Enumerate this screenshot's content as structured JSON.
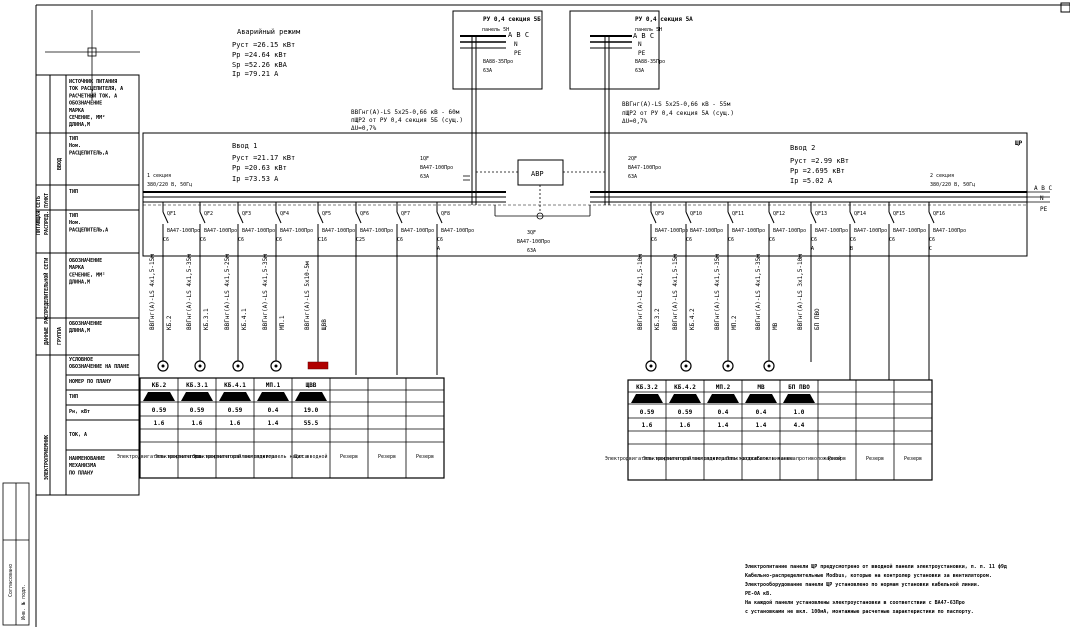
{
  "emergency": {
    "title": "Аварийный режим",
    "lines": [
      "Руст =26.15 кВт",
      "Рр =24.64 кВт",
      "Sр =52.26 кВА",
      "Iр =79.21 А"
    ]
  },
  "sources": [
    {
      "title": "РУ 0,4 секция 5Б",
      "sub": "панель 5Н",
      "breaker": "ВА88-35Про",
      "rating": "63А",
      "phases": "A B C",
      "n": "N",
      "pe": "PE"
    },
    {
      "title": "РУ 0,4 секция 5А",
      "sub": "панель 5Н",
      "breaker": "ВА88-35Про",
      "rating": "63А",
      "phases": "A B C",
      "n": "N",
      "pe": "PE"
    }
  ],
  "feed_cables": [
    {
      "cable": "ВВГнг(А)-LS 5х25-0,66 кВ - 60м",
      "route": "пЩР2 от РУ 0,4 секция 5Б (сущ.)",
      "drop": "ΔU=0,7%"
    },
    {
      "cable": "ВВГнг(А)-LS 5х25-0,66 кВ - 55м",
      "route": "пЩР2 от РУ 0,4 секция 5А (сущ.)",
      "drop": "ΔU=0,7%"
    }
  ],
  "inputs": [
    {
      "title": "Ввод 1",
      "lines": [
        "Руст =21.17 кВт",
        "Рр =20.63 кВт",
        "Iр =73.53 А"
      ]
    },
    {
      "title": "Ввод 2",
      "lines": [
        "Руст =2.99 кВт",
        "Рр =2.695 кВт",
        "Iр =5.02 А"
      ]
    }
  ],
  "sections": [
    {
      "title": "1 секция",
      "sub": "380/220 В, 50Гц"
    },
    {
      "title": "2 секция",
      "sub": "380/220 В, 50Гц"
    }
  ],
  "panel_tag": "ЩР",
  "avr_label": "АВР",
  "main_breakers": [
    {
      "tag": "1QF",
      "type": "ВА47-100Про",
      "rating": "63А"
    },
    {
      "tag": "2QF",
      "type": "ВА47-100Про",
      "rating": "63А"
    },
    {
      "tag": "3QF",
      "type": "ВА47-100Про",
      "rating": "63А"
    }
  ],
  "bus_phases": {
    "abc": "A B C",
    "n": "N",
    "pe": "PE"
  },
  "left_header": {
    "groups": [
      "ВВОД",
      "РАСПРЕД. ПУНКТ",
      "ПИТАЮЩАЯ СЕТЬ",
      "ГРУППА"
    ],
    "vertical": [
      "ЭЛЕКТРОПРИЕМНИК",
      "ДАННЫЕ РАСПРЕДЕЛИТЕЛЬНОЙ СЕТИ"
    ],
    "rows": [
      [
        "ИСТОЧНИК ПИТАНИЯ",
        "ТОК РАСЦЕПИТЕЛЯ, А",
        "РАСЧЕТНЫЙ ТОК, А",
        "ОБОЗНАЧЕНИЕ",
        "МАРКА",
        "СЕЧЕНИЕ, ММ²",
        "ДЛИНА,М"
      ],
      [
        "ТИП",
        "Ном.",
        "РАСЦЕПИТЕЛЬ,А"
      ],
      [
        "ТИП"
      ],
      [
        "ТИП",
        "Ном.",
        "РАСЦЕПИТЕЛЬ,А"
      ],
      [
        "ОБОЗНАЧЕНИЕ",
        "МАРКА",
        "СЕЧЕНИЕ, ММ²",
        "ДЛИНА,М"
      ],
      [
        "ОБОЗНАЧЕНИЕ",
        "ДЛИНА,М"
      ],
      [
        "УСЛОВНОЕ",
        "ОБОЗНАЧЕНИЕ НА ПЛАНЕ"
      ],
      [
        "НОМЕР ПО ПЛАНУ"
      ],
      [
        "ТИП"
      ],
      [
        "Рн, кВт"
      ],
      [
        "ТОК, А"
      ],
      [
        "НАИМЕНОВАНИЕ",
        "МЕХАНИЗМА",
        "ПО ПЛАНУ"
      ]
    ]
  },
  "breakers_left": [
    {
      "tag": "QF1",
      "type": "ВА47-100Про",
      "rating": "С6"
    },
    {
      "tag": "QF2",
      "type": "ВА47-100Про",
      "rating": "С6"
    },
    {
      "tag": "QF3",
      "type": "ВА47-100Про",
      "rating": "С6"
    },
    {
      "tag": "QF4",
      "type": "ВА47-100Про",
      "rating": "С6"
    },
    {
      "tag": "QF5",
      "type": "ВА47-100Про",
      "rating": "С16"
    },
    {
      "tag": "QF6",
      "type": "ВА47-100Про",
      "rating": "С25"
    },
    {
      "tag": "QF7",
      "type": "ВА47-100Про",
      "rating": "С6"
    },
    {
      "tag": "QF8",
      "type": "ВА47-100Про",
      "rating": "С6",
      "extra": "А"
    }
  ],
  "breakers_right": [
    {
      "tag": "QF9",
      "type": "ВА47-100Про",
      "rating": "С6"
    },
    {
      "tag": "QF10",
      "type": "ВА47-100Про",
      "rating": "С6"
    },
    {
      "tag": "QF11",
      "type": "ВА47-100Про",
      "rating": "С6"
    },
    {
      "tag": "QF12",
      "type": "ВА47-100Про",
      "rating": "С6"
    },
    {
      "tag": "QF13",
      "type": "ВА47-100Про",
      "rating": "С6",
      "extra": "А"
    },
    {
      "tag": "QF14",
      "type": "ВА47-100Про",
      "rating": "С6",
      "extra": "В"
    },
    {
      "tag": "QF15",
      "type": "ВА47-100Про",
      "rating": "С6"
    },
    {
      "tag": "QF16",
      "type": "ВА47-100Про",
      "rating": "С6",
      "extra": "С"
    }
  ],
  "cables_left": [
    {
      "cable": "ВВГнг(А)-LS 4х1,5-15м",
      "dest": "КБ.2"
    },
    {
      "cable": "ВВГнг(А)-LS 4х1,5-35м",
      "dest": "КБ.3.1"
    },
    {
      "cable": "ВВГнг(А)-LS 4х1,5-25м",
      "dest": "КБ.4.1"
    },
    {
      "cable": "ВВГнг(А)-LS 4х1,5-35м",
      "dest": "МП.1"
    },
    {
      "cable": "ВВГнг(А)-LS 5х10-5м",
      "dest": "ЩВВ"
    }
  ],
  "cables_right": [
    {
      "cable": "ВВГнг(А)-LS 4х1,5-10м",
      "dest": "КБ.3.2"
    },
    {
      "cable": "ВВГнг(А)-LS 4х1,5-15м",
      "dest": "КБ.4.2"
    },
    {
      "cable": "ВВГнг(А)-LS 4х1,5-35м",
      "dest": "МП.2"
    },
    {
      "cable": "ВВГнг(А)-LS 4х1,5-35м",
      "dest": "МВ"
    },
    {
      "cable": "ВВГнг(А)-LS 3х1,5-10м",
      "dest": "БП ПВО"
    }
  ],
  "loads_left": [
    {
      "num": "КБ.2",
      "pn": "0.59",
      "cur": "1.6",
      "name": "Электродвигатель вентилятора"
    },
    {
      "num": "КБ.3.1",
      "pn": "0.59",
      "cur": "1.6",
      "name": "Электродвигатель вентилятора"
    },
    {
      "num": "КБ.4.1",
      "pn": "0.59",
      "cur": "1.6",
      "name": "Электродвигатель вентилятора"
    },
    {
      "num": "МП.1",
      "pn": "0.4",
      "cur": "1.4",
      "name": "Электродвигатель насоса"
    },
    {
      "num": "ЩВВ",
      "pn": "19.0",
      "cur": "55.5",
      "name": "Щит вводной"
    },
    {
      "num": "",
      "pn": "",
      "cur": "",
      "name": "Резерв"
    },
    {
      "num": "",
      "pn": "",
      "cur": "",
      "name": "Резерв"
    },
    {
      "num": "",
      "pn": "",
      "cur": "",
      "name": "Резерв"
    }
  ],
  "loads_right": [
    {
      "num": "КБ.3.2",
      "pn": "0.59",
      "cur": "1.6",
      "name": "Электродвигатель вентилятора"
    },
    {
      "num": "КБ.4.2",
      "pn": "0.59",
      "cur": "1.6",
      "name": "Электродвигатель вентилятора"
    },
    {
      "num": "МП.2",
      "pn": "0.4",
      "cur": "1.4",
      "name": "Электродвигатель насоса"
    },
    {
      "num": "МВ",
      "pn": "0.4",
      "cur": "1.4",
      "name": "Электродвигатель насоса"
    },
    {
      "num": "БП ПВО",
      "pn": "1.0",
      "cur": "4.4",
      "name": "Блок питания противопожарной"
    },
    {
      "num": "",
      "pn": "",
      "cur": "",
      "name": "Резерв"
    },
    {
      "num": "",
      "pn": "",
      "cur": "",
      "name": "Резерв"
    },
    {
      "num": "",
      "pn": "",
      "cur": "",
      "name": "Резерв"
    }
  ],
  "notes": [
    "Электропитание панели ЩР предусмотрено от вводной панели электроустановки, п. п. 11 ф9д",
    "Кабельно-распределительные Modbus, которые на контролер установки за вентилятором.",
    "Электрооборудование панели ЩР установлено по нормам установки кабельной линии.",
    "РЕ-0А кВ.",
    "На каждой панели установлены электроустановки в соответствии с ВА47-63Про",
    "с установками не вкл. 100мА, монтажные расчетные характеристики по паспорту."
  ],
  "stamp": {
    "left1": "Согласовано",
    "left2": "Инв. № подл."
  }
}
